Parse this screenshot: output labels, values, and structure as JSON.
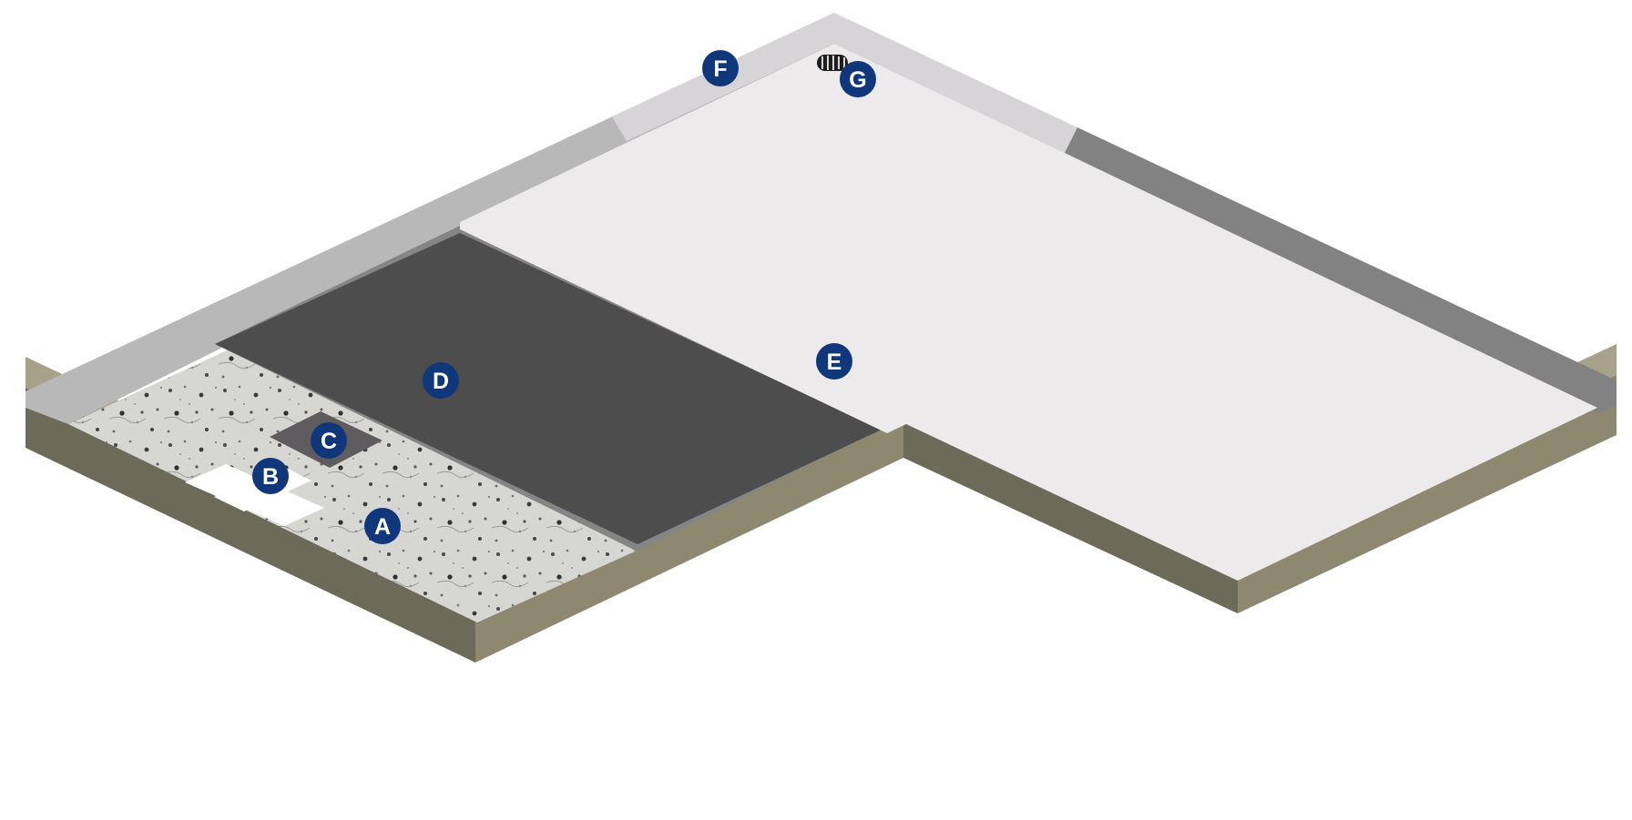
{
  "markers": {
    "a": "A",
    "b": "B",
    "c": "C",
    "d": "D",
    "e": "E",
    "f": "F",
    "g": "G"
  },
  "colors": {
    "marker_fill": "#0f3779",
    "marker_text": "#ffffff",
    "substrate_top": "#a8a189",
    "substrate_front": "#8e8871",
    "substrate_bottom": "#6c6a59",
    "concrete": "#d4d4d0",
    "strip": "#ffffff",
    "patch": "#5f5c60",
    "dark_membrane": "#4d4d4d",
    "membrane_edge": "#858585",
    "white_membrane": "#edeaeb",
    "parapet": "#d6d4d6",
    "parapet_shade": "#b9b8b9",
    "parapet_dark": "#828282",
    "drain": "#1e1e1e"
  }
}
